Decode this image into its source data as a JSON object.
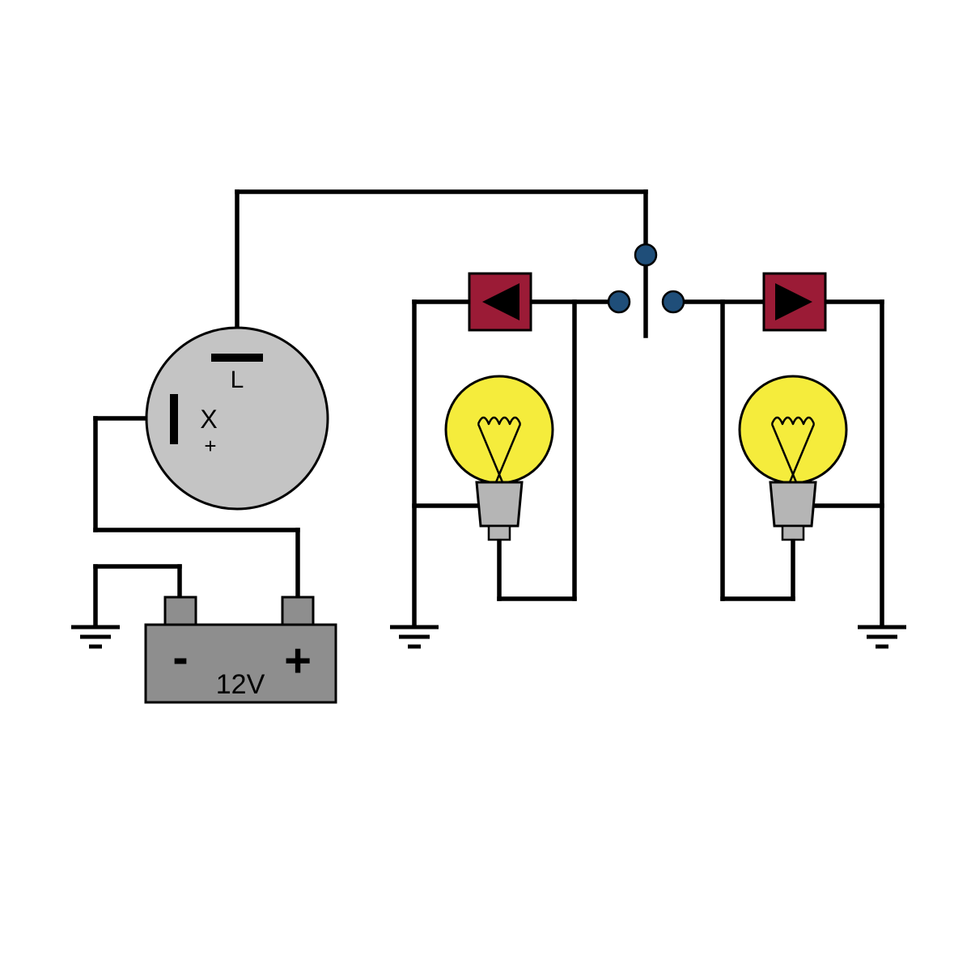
{
  "labels": {
    "relay_l": "L",
    "relay_x": "X",
    "relay_plus": "+",
    "battery_minus": "-",
    "battery_plus": "+",
    "battery_voltage": "12V"
  },
  "icons": {
    "left_indicator_icon": "arrow-left",
    "right_indicator_icon": "arrow-right",
    "ground_icon": "earth-ground-symbol",
    "bulb_icon": "incandescent-lamp",
    "switch_icon": "spdt-toggle-switch"
  },
  "colors": {
    "background": "#ffffff",
    "wire": "#000000",
    "outline": "#000000",
    "relay_body": "#c4c4c4",
    "battery_body": "#8e8e8e",
    "bulb_glass": "#f5ec3c",
    "bulb_base": "#b5b5b5",
    "arrow_box": "#9b1b36",
    "arrow_glyph": "#000000",
    "switch_contact": "#1f4e79"
  }
}
